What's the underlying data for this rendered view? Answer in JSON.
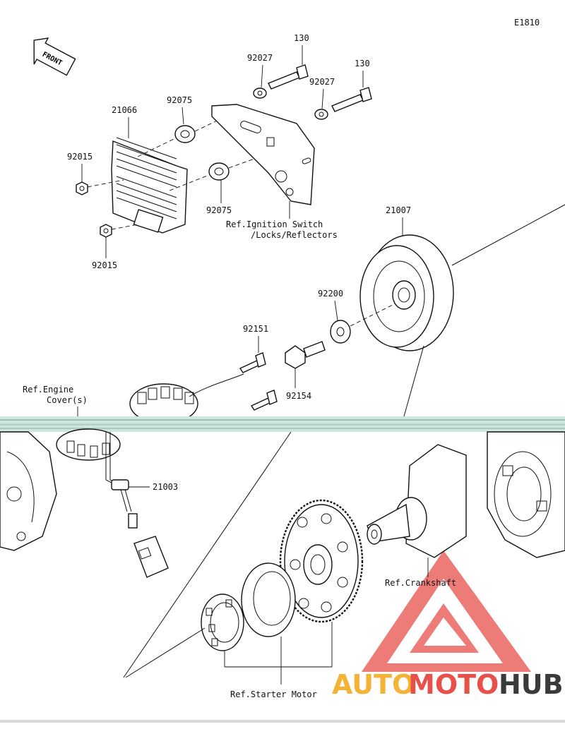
{
  "diagram_code": "E1810",
  "front_label": "FRONT",
  "parts": {
    "p21066": "21066",
    "p92015_top": "92015",
    "p92015_bottom": "92015",
    "p92075_top": "92075",
    "p92075_bottom": "92075",
    "p92027_left": "92027",
    "p92027_right": "92027",
    "p130_left": "130",
    "p130_right": "130",
    "p21007": "21007",
    "p92200": "92200",
    "p92151": "92151",
    "p92154": "92154",
    "p21003": "21003"
  },
  "refs": {
    "ignition_line1": "Ref.Ignition Switch",
    "ignition_line2": "/Locks/Reflectors",
    "engine_line1": "Ref.Engine",
    "engine_line2": "Cover(s)",
    "crankshaft": "Ref.Crankshaft",
    "starter_motor": "Ref.Starter Motor"
  },
  "watermark": {
    "part1": "AUTO",
    "part2": "MOTO",
    "part3": "HUB",
    "color_orange": "#f5b335",
    "color_red": "#e8504a",
    "color_dark": "#3a3a3a"
  }
}
